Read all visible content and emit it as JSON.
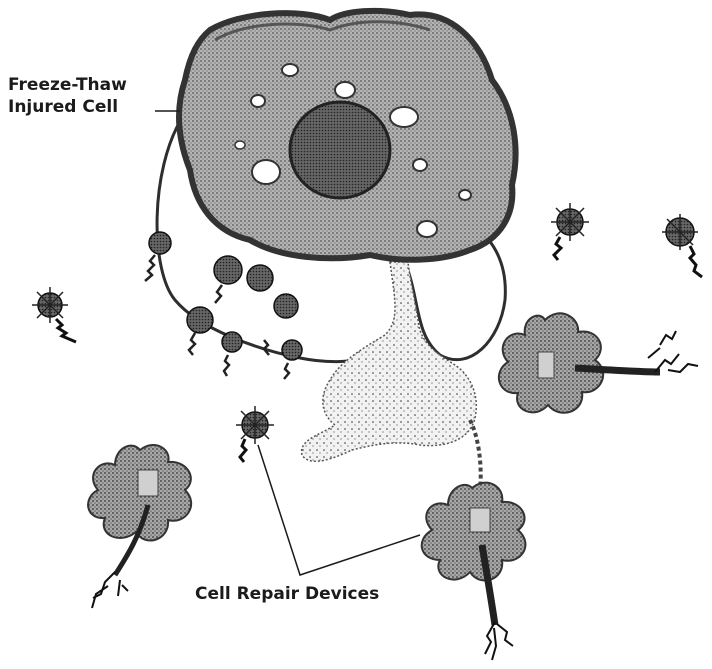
{
  "labels": {
    "injured_cell_line1": "Freeze-Thaw",
    "injured_cell_line2": "Injured Cell",
    "repair_devices": "Cell Repair Devices"
  },
  "colors": {
    "ink": "#1b1b1b",
    "cell_body": "#8f8f8f",
    "cell_membrane": "#3a3a3a",
    "nucleus": "#4a4a4a",
    "device_body": "#9a9a9a",
    "device_core": "#cfcfcf",
    "cytoplasm_leak": "#ededed",
    "background": "#ffffff"
  },
  "icons": [
    "repair-device-icon",
    "injured-cell-icon",
    "nucleus-icon"
  ]
}
